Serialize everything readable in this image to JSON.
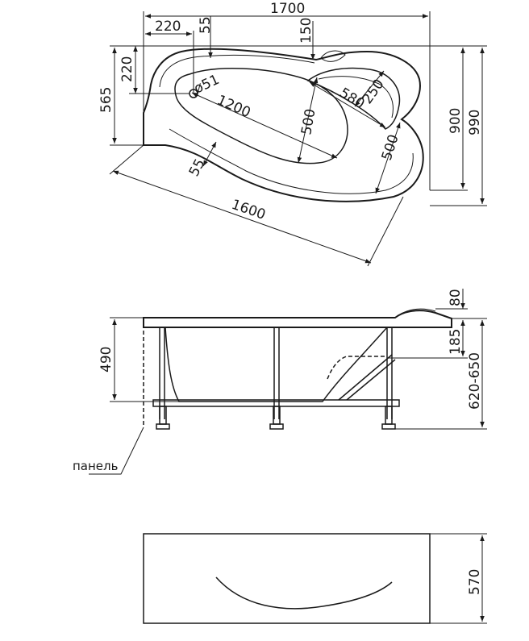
{
  "top_view": {
    "dims": {
      "overall_length": "1700",
      "drain_offset_x": "220",
      "drain_offset_x2": "55",
      "top_gap": "150",
      "drain_offset_y": "220",
      "left_side": "565",
      "drain_diameter": "ø51",
      "inner_length": "1200",
      "inner_width": "500",
      "headrest_length": "580",
      "headrest_width": "250",
      "corner_inner": "500",
      "rim": "55",
      "diagonal_length": "1600",
      "inner_depth": "900",
      "overall_width": "990"
    }
  },
  "side_view": {
    "dims": {
      "rim_extra": "80",
      "rim_height": "185",
      "depth": "490",
      "total_height": "620-650"
    },
    "panel_label": "панель"
  },
  "front_panel": {
    "dims": {
      "height": "570"
    }
  }
}
